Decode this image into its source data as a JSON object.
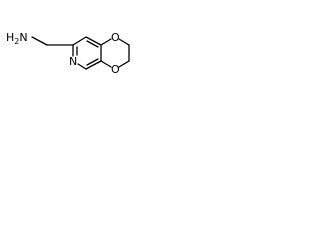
{
  "molecule": {
    "atoms": {
      "amine": {
        "label": "H2N",
        "label_main": "H",
        "label_sub": "2",
        "label_tail": "N",
        "color": "#000000"
      },
      "pyridine_n": {
        "label": "N",
        "color": "#000000"
      },
      "ether_o_top": {
        "label": "O",
        "color": "#000000"
      },
      "ether_o_bottom": {
        "label": "O",
        "color": "#000000"
      }
    },
    "bond_color": "#000000",
    "background": "#ffffff"
  }
}
